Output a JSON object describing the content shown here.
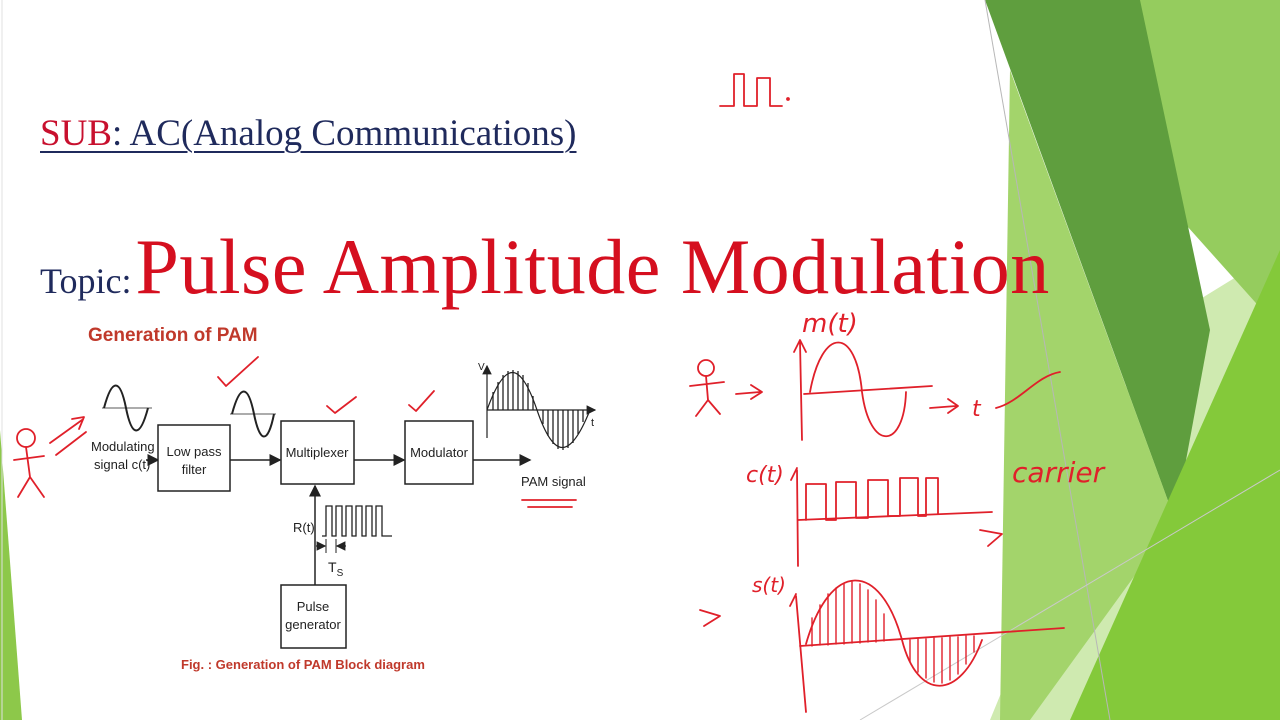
{
  "slide": {
    "sub_key": "SUB",
    "sub_value": ": AC(Analog Communications)",
    "topic_label": "Topic:",
    "topic_title": "Pulse Amplitude Modulation"
  },
  "diagram": {
    "heading": "Generation of PAM",
    "input_label_1": "Modulating",
    "input_label_2": "signal c(t)",
    "lpf_line_1": "Low pass",
    "lpf_line_2": "filter",
    "multiplexer": "Multiplexer",
    "modulator": "Modulator",
    "pulse_gen_1": "Pulse",
    "pulse_gen_2": "generator",
    "rt_label": "R(t)",
    "ts_label": "T",
    "ts_sub": "S",
    "output_label": "PAM signal",
    "v_axis": "V",
    "t_axis": "t",
    "caption": "Fig. : Generation of PAM Block diagram"
  },
  "notes": {
    "m_label": "m(t)",
    "t_label": "t",
    "c_label": "c(t)",
    "carrier": "carrier",
    "s_label": "s(t)"
  },
  "colors": {
    "accent_red": "#d50f1f",
    "navy": "#1f2a5c",
    "ink_red": "#e0202a",
    "green_light": "#8fd14f",
    "green_dark": "#6aa84f"
  }
}
